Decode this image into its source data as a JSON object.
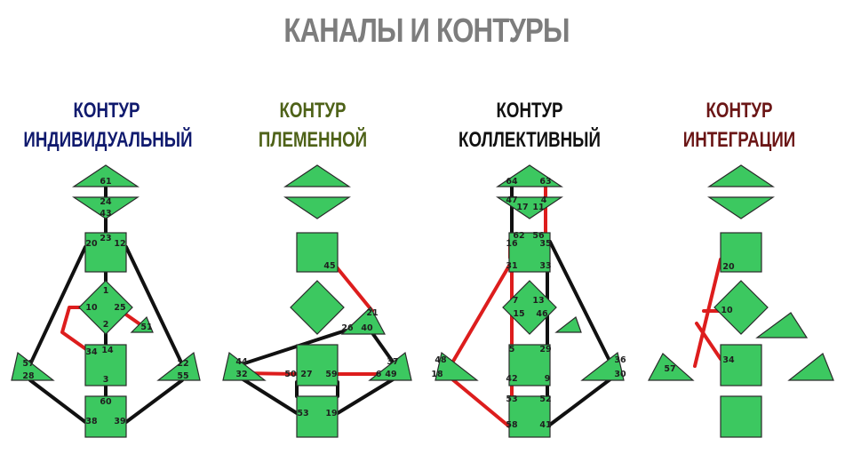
{
  "title": "КАНАЛЫ И КОНТУРЫ",
  "colors": {
    "center_fill": "#3cc860",
    "center_stroke": "#2a2a2a",
    "active_channel": "#111111",
    "branch_channel": "#dd1d1d",
    "individual_title": "#101a6e",
    "tribal_title": "#4e6218",
    "collective_title": "#111111",
    "integration_title": "#6b1616"
  },
  "circuits": [
    {
      "id": "individual",
      "title_line1": "КОНТУР",
      "title_line2": "ИНДИВИДУАЛЬНЫЙ",
      "gate_numbers": [
        "61",
        "24",
        "43",
        "23",
        "20",
        "12",
        "1",
        "10",
        "25",
        "2",
        "51",
        "34",
        "14",
        "57",
        "28",
        "22",
        "55",
        "3",
        "60",
        "38",
        "39"
      ]
    },
    {
      "id": "tribal",
      "title_line1": "КОНТУР",
      "title_line2": "ПЛЕМЕННОЙ",
      "gate_numbers": [
        "45",
        "21",
        "26",
        "40",
        "44",
        "32",
        "50",
        "27",
        "59",
        "6",
        "37",
        "49",
        "53",
        "19"
      ]
    },
    {
      "id": "collective",
      "title_line1": "КОНТУР",
      "title_line2": "КОЛЛЕКТИВНЫЙ",
      "gate_numbers": [
        "64",
        "63",
        "47",
        "4",
        "17",
        "11",
        "62",
        "56",
        "16",
        "35",
        "31",
        "33",
        "7",
        "13",
        "15",
        "46",
        "48",
        "18",
        "5",
        "29",
        "42",
        "9",
        "36",
        "30",
        "53",
        "52",
        "58",
        "41"
      ]
    },
    {
      "id": "integration",
      "title_line1": "КОНТУР",
      "title_line2": "ИНТЕГРАЦИИ",
      "gate_numbers": [
        "20",
        "10",
        "34",
        "57"
      ]
    }
  ]
}
